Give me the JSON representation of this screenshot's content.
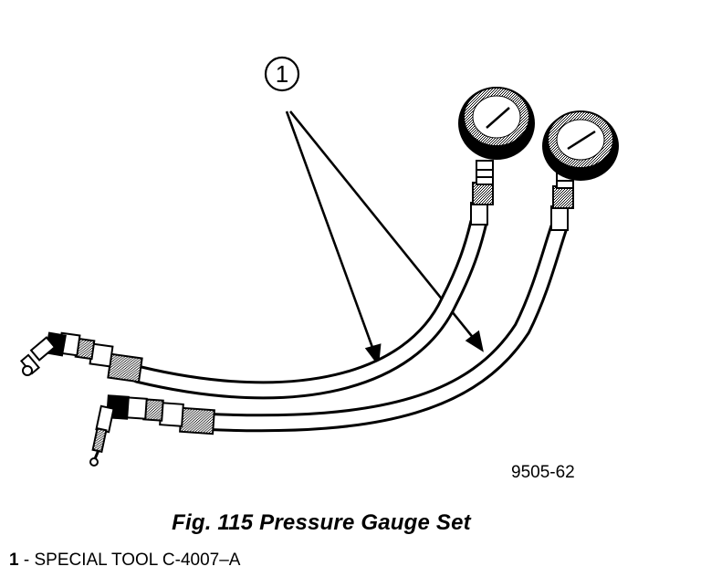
{
  "callout": {
    "number": "1"
  },
  "figure_code": "9505-62",
  "caption": "Fig. 115 Pressure Gauge Set",
  "legend": [
    {
      "number": "1",
      "separator": " - ",
      "label": "SPECIAL TOOL C-4007–A"
    }
  ]
}
